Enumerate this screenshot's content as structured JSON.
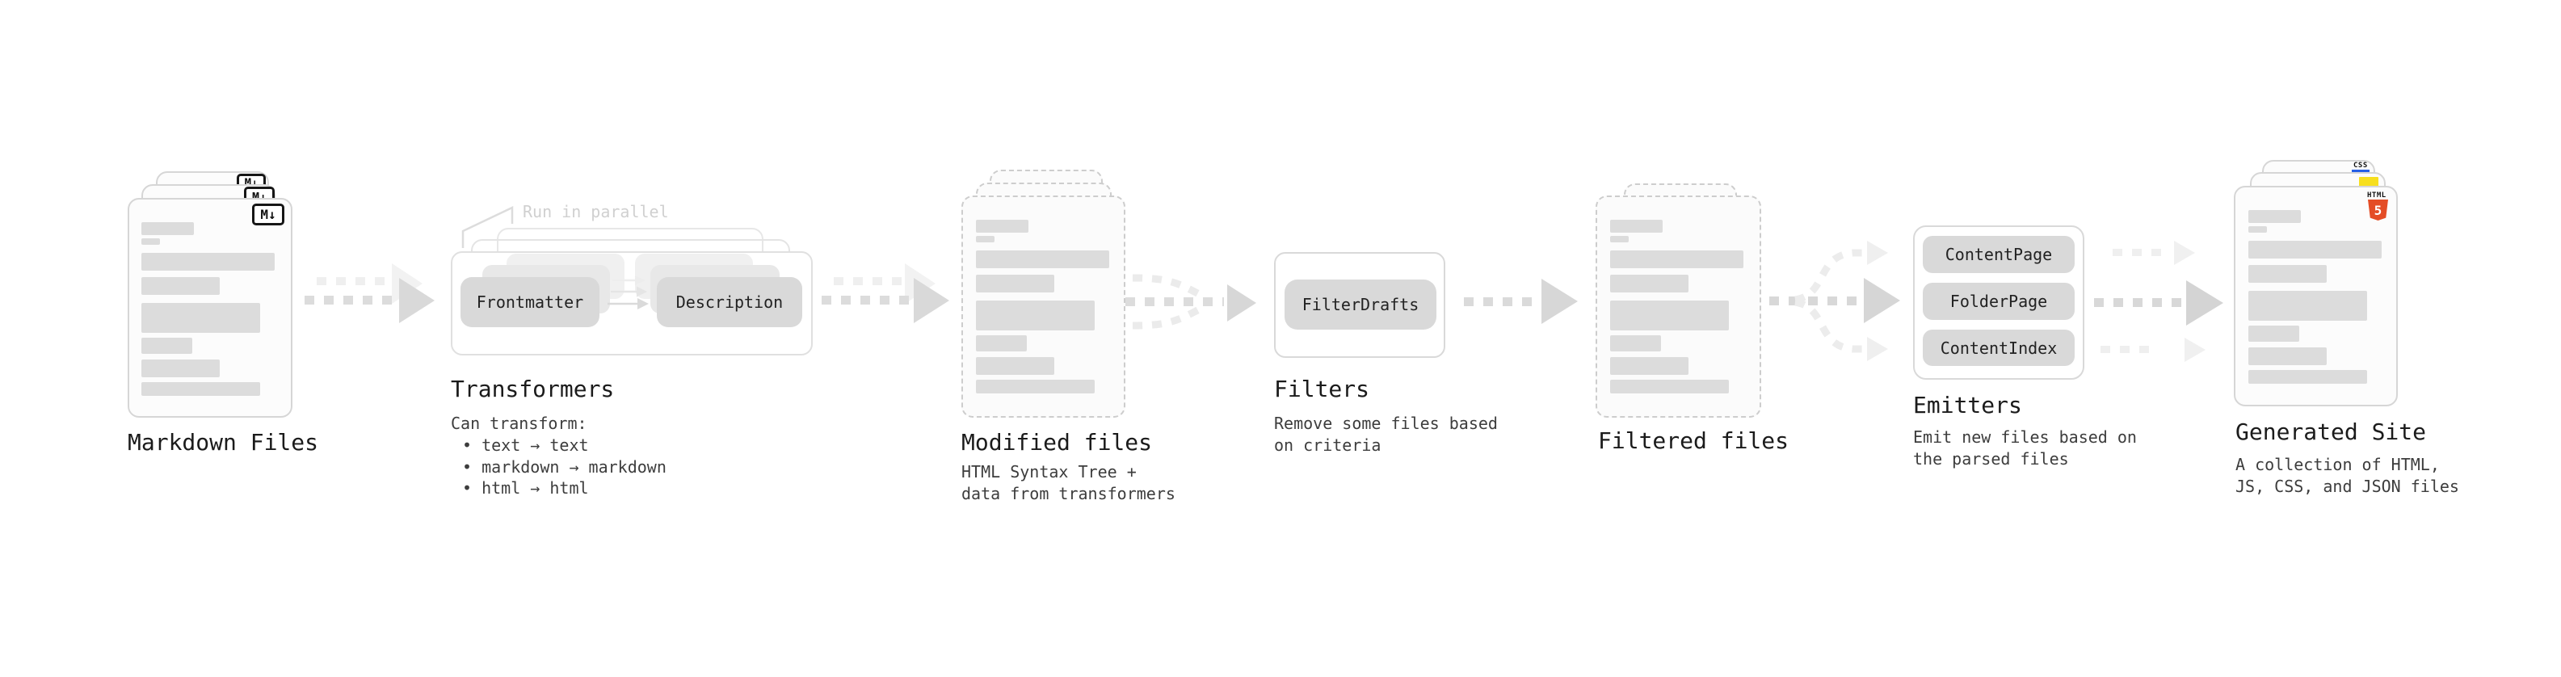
{
  "stages": {
    "markdown_files": {
      "label": "Markdown Files",
      "badge": "M↓"
    },
    "transformers": {
      "label": "Transformers",
      "note": "Run in parallel",
      "step1": "Frontmatter",
      "step2": "Description",
      "desc_title": "Can transform:",
      "bullets": [
        "• text → text",
        "• markdown → markdown",
        "• html → html"
      ]
    },
    "modified_files": {
      "label": "Modified files",
      "desc1": "HTML Syntax Tree +",
      "desc2": "data from transformers"
    },
    "filters": {
      "label": "Filters",
      "step1": "FilterDrafts",
      "desc1": "Remove some files based",
      "desc2": "on criteria"
    },
    "filtered_files": {
      "label": "Filtered files"
    },
    "emitters": {
      "label": "Emitters",
      "step1": "ContentPage",
      "step2": "FolderPage",
      "step3": "ContentIndex",
      "desc1": "Emit new files based on",
      "desc2": "the parsed files"
    },
    "generated_site": {
      "label": "Generated Site",
      "desc1": "A collection of HTML,",
      "desc2": "JS, CSS, and JSON files",
      "badge_css": "CSS",
      "badge_html": "HTML",
      "badge_html_5": "5"
    }
  },
  "colors": {
    "html5_orange": "#e44d26",
    "js_yellow": "#f7df1e",
    "css_blue": "#2760e6"
  },
  "file_bars": [
    {
      "w": 65,
      "h": 16,
      "mt": 30
    },
    {
      "w": 23,
      "h": 8,
      "mt": 4
    },
    {
      "w": 165,
      "h": 22,
      "mt": 10
    },
    {
      "w": 97,
      "h": 22,
      "mt": 8
    },
    {
      "w": 147,
      "h": 37,
      "mt": 10
    },
    {
      "w": 63,
      "h": 20,
      "mt": 6
    },
    {
      "w": 97,
      "h": 22,
      "mt": 7
    },
    {
      "w": 147,
      "h": 17,
      "mt": 6
    }
  ]
}
